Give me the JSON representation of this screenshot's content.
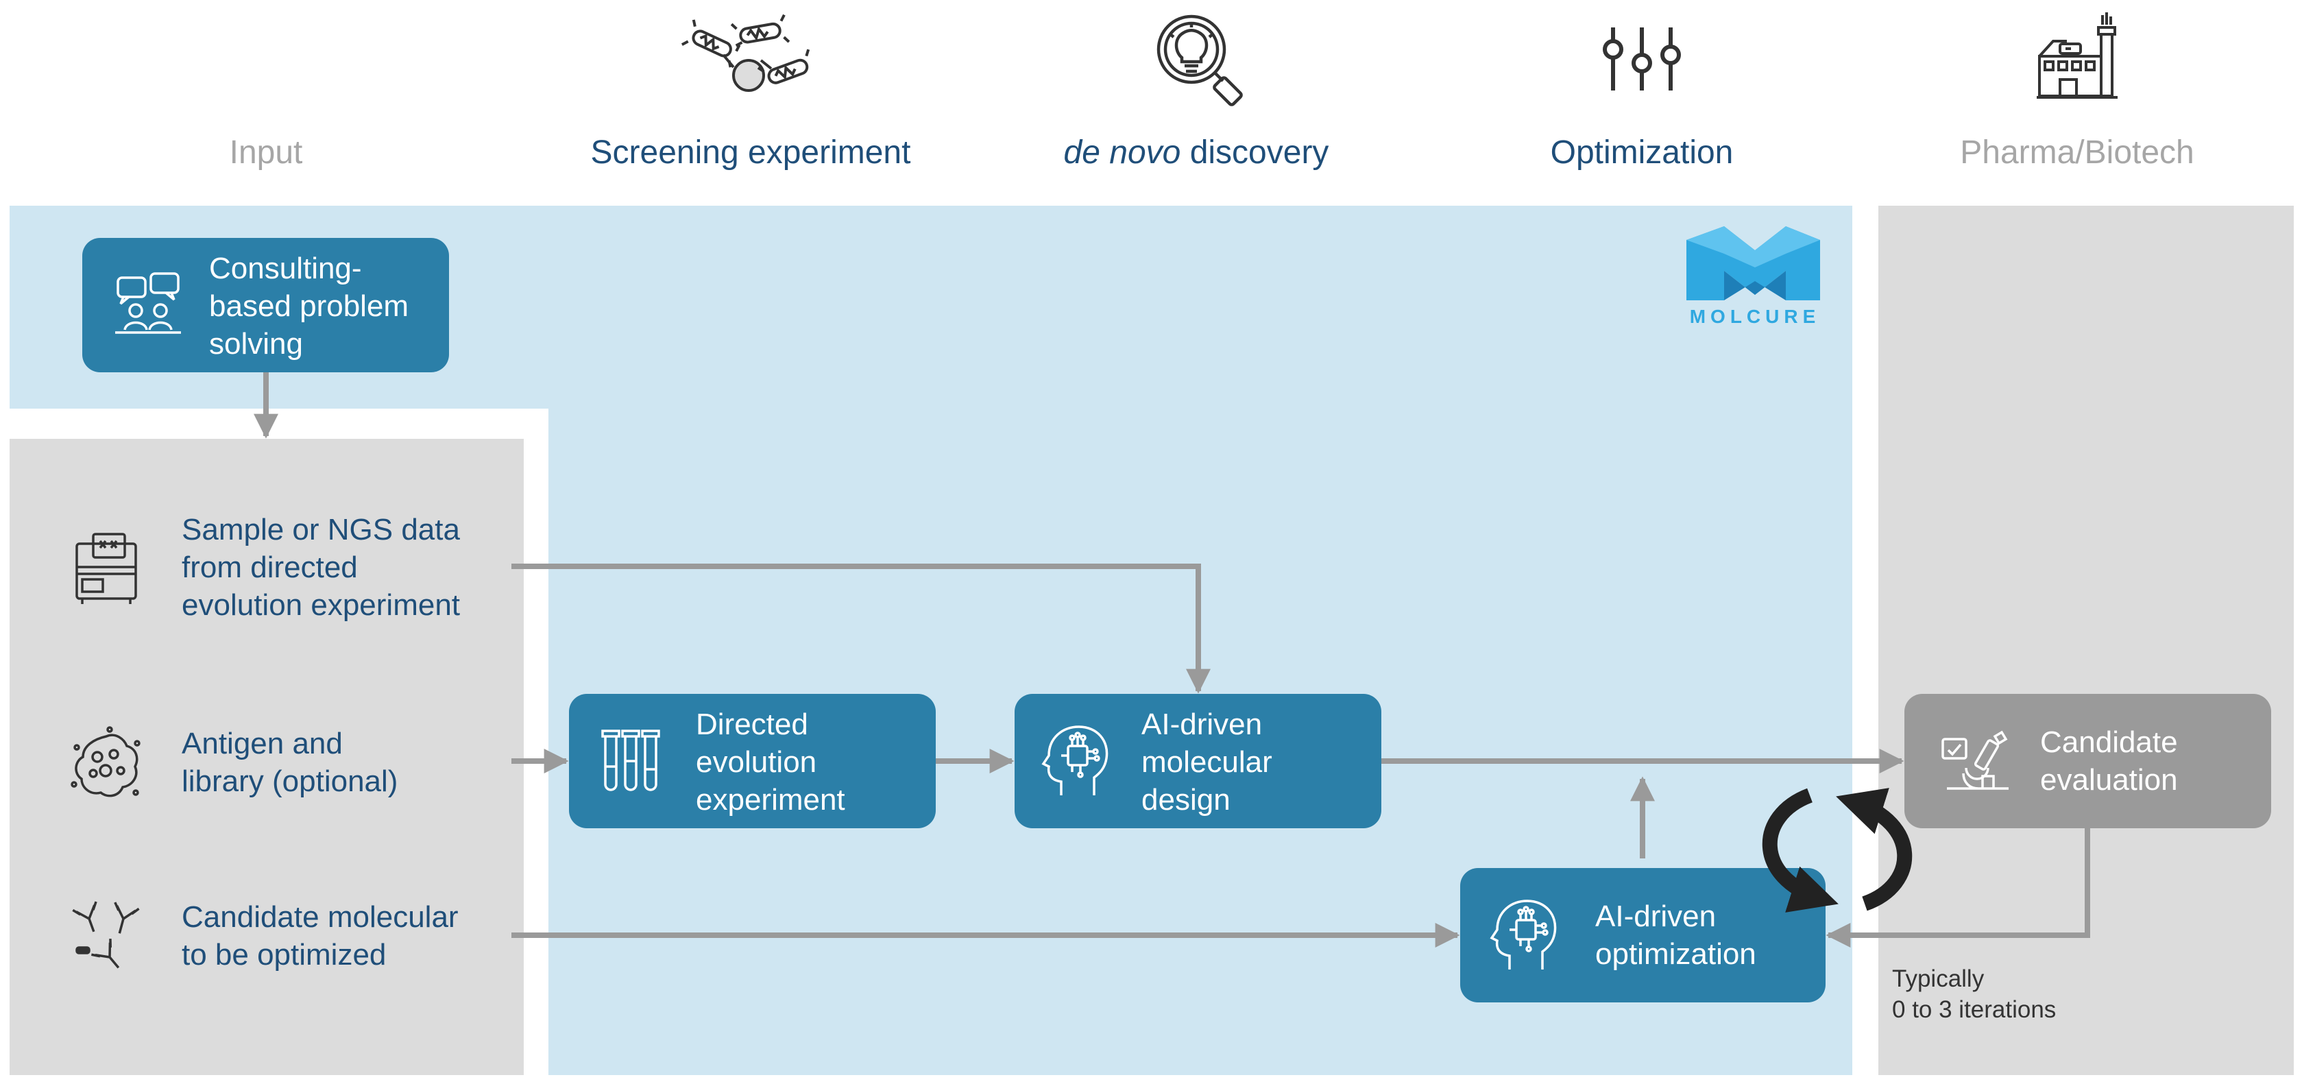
{
  "headers": {
    "input": "Input",
    "screening": "Screening experiment",
    "denovo_italic": "de novo",
    "denovo_rest": " discovery",
    "optimization": "Optimization",
    "pharma": "Pharma/Biotech"
  },
  "brand": {
    "name": "MOLCURE"
  },
  "boxes": {
    "consulting": "Consulting-\nbased problem\nsolving",
    "directed_evolution": "Directed\nevolution\nexperiment",
    "ai_design": "AI-driven\nmolecular\ndesign",
    "ai_optimization": "AI-driven\noptimization",
    "candidate_evaluation": "Candidate\nevaluation"
  },
  "inputs": {
    "ngs": "Sample or NGS data\nfrom directed\nevolution experiment",
    "antigen": "Antigen and\nlibrary (optional)",
    "candidate": "Candidate molecular\nto be optimized"
  },
  "note": "Typically\n0 to 3 iterations",
  "colors": {
    "light_blue_panel": "#cfe6f2",
    "gray_panel": "#dcdcdc",
    "box_blue": "#2b7fa8",
    "box_gray": "#9a9a9a",
    "arrow_gray": "#9a9a9a",
    "navy_text": "#1f4e79",
    "brand_blue": "#2fa8e0"
  },
  "icons": {
    "screening": "phage-particles-icon",
    "denovo": "magnifier-lightbulb-icon",
    "optimization": "slider-controls-icon",
    "pharma": "factory-icon",
    "consulting": "discussion-people-icon",
    "ngs": "sequencer-machine-icon",
    "antigen": "antigen-cell-icon",
    "candidate": "antibody-molecules-icon",
    "directed_evolution": "test-tubes-icon",
    "ai_design": "ai-head-icon",
    "ai_optimization": "ai-head-icon",
    "candidate_evaluation": "microscope-icon",
    "cycle": "cycle-arrows-icon"
  }
}
